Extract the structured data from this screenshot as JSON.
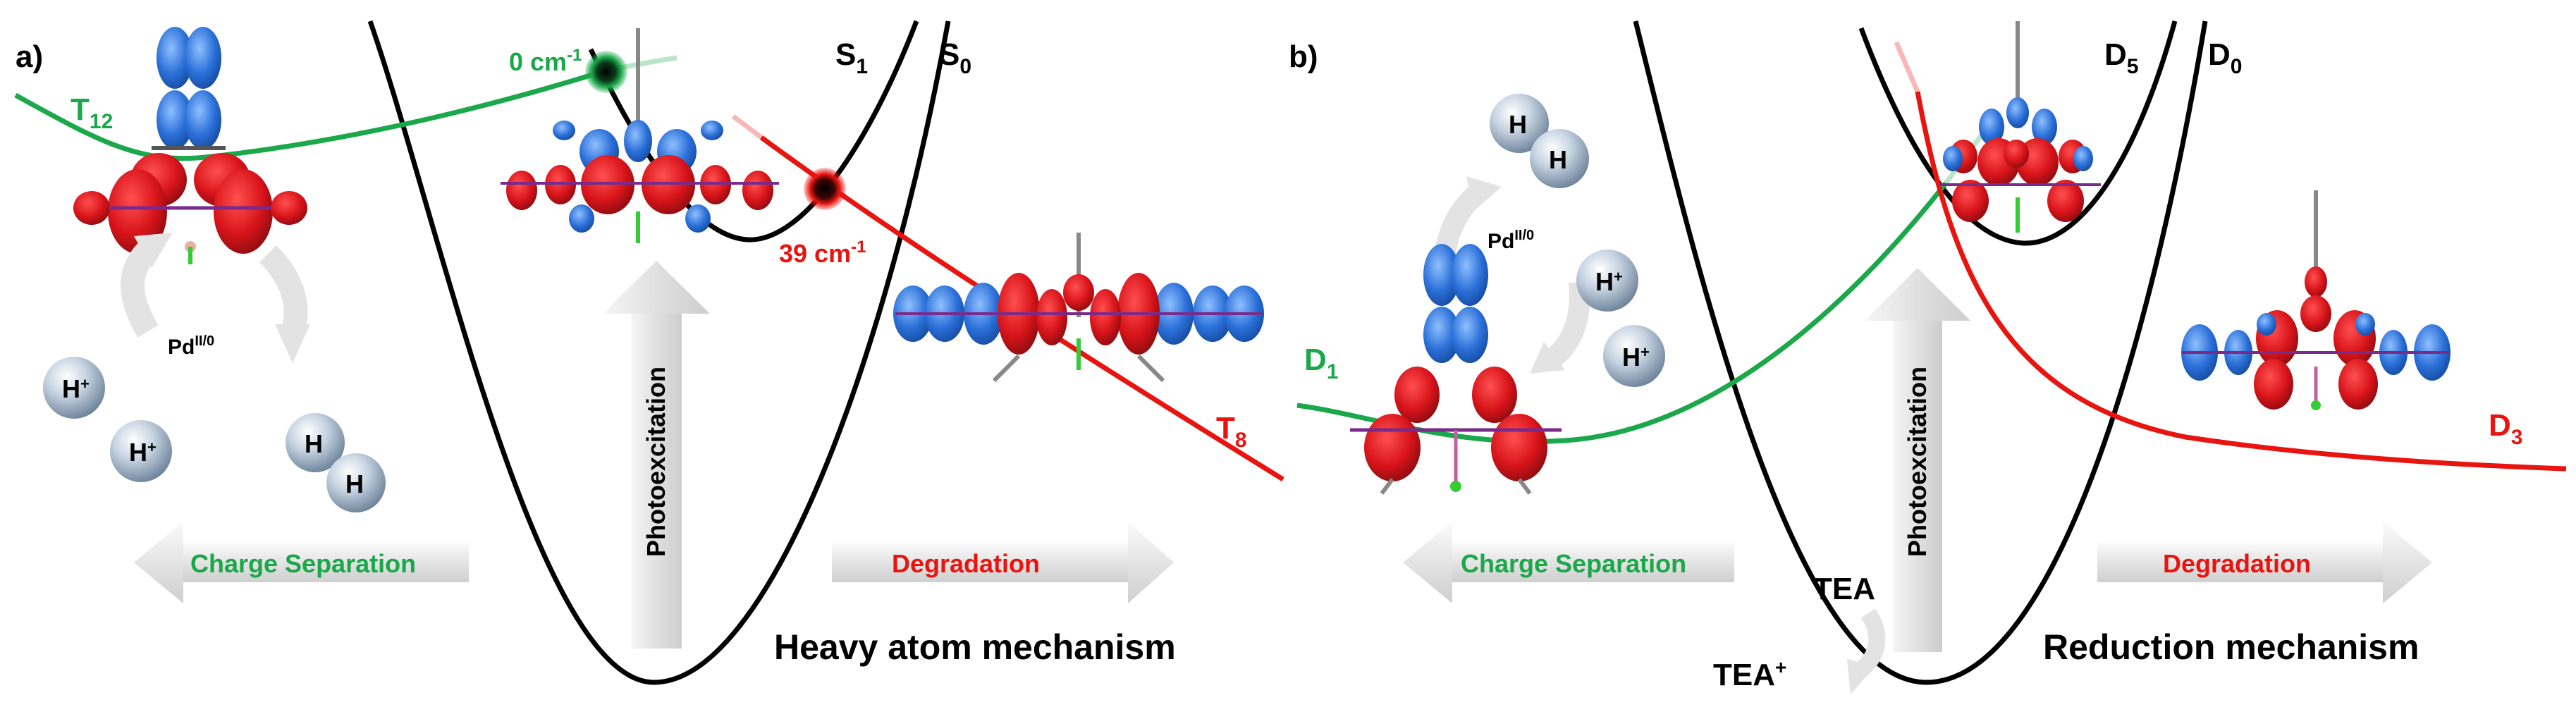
{
  "colors": {
    "singlet_curve": "#000000",
    "green_state": "#1aa84a",
    "red_state": "#e8140f",
    "orbital_red": "#d8141a",
    "orbital_blue": "#2a6fd8",
    "arrow_grey": "#e6e6e6",
    "sphere_blue": "#a9bccf"
  },
  "panel_a": {
    "label": "a)",
    "states": {
      "s1": "S",
      "s1_sub": "1",
      "s0": "S",
      "s0_sub": "0",
      "t12": "T",
      "t12_sub": "12",
      "t8": "T",
      "t8_sub": "8"
    },
    "crossing_low": "0 cm",
    "crossing_low_sup": "-1",
    "crossing_high": "39 cm",
    "crossing_high_sup": "-1",
    "pd_label": "Pd",
    "pd_sup": "II/0",
    "h_plus": "H",
    "plus": "+",
    "h2_atom": "H",
    "photoexcitation": "Photoexcitation",
    "charge_separation": "Charge Separation",
    "degradation": "Degradation",
    "mechanism": "Heavy atom mechanism"
  },
  "panel_b": {
    "label": "b)",
    "states": {
      "d5": "D",
      "d5_sub": "5",
      "d0": "D",
      "d0_sub": "0",
      "d1": "D",
      "d1_sub": "1",
      "d3": "D",
      "d3_sub": "3"
    },
    "pd_label": "Pd",
    "pd_sup": "II/0",
    "h_plus": "H",
    "plus": "+",
    "h2_atom": "H",
    "photoexcitation": "Photoexcitation",
    "charge_separation": "Charge Separation",
    "degradation": "Degradation",
    "tea": "TEA",
    "tea_plus": "TEA",
    "tea_plus_sup": "+",
    "mechanism": "Reduction mechanism"
  }
}
